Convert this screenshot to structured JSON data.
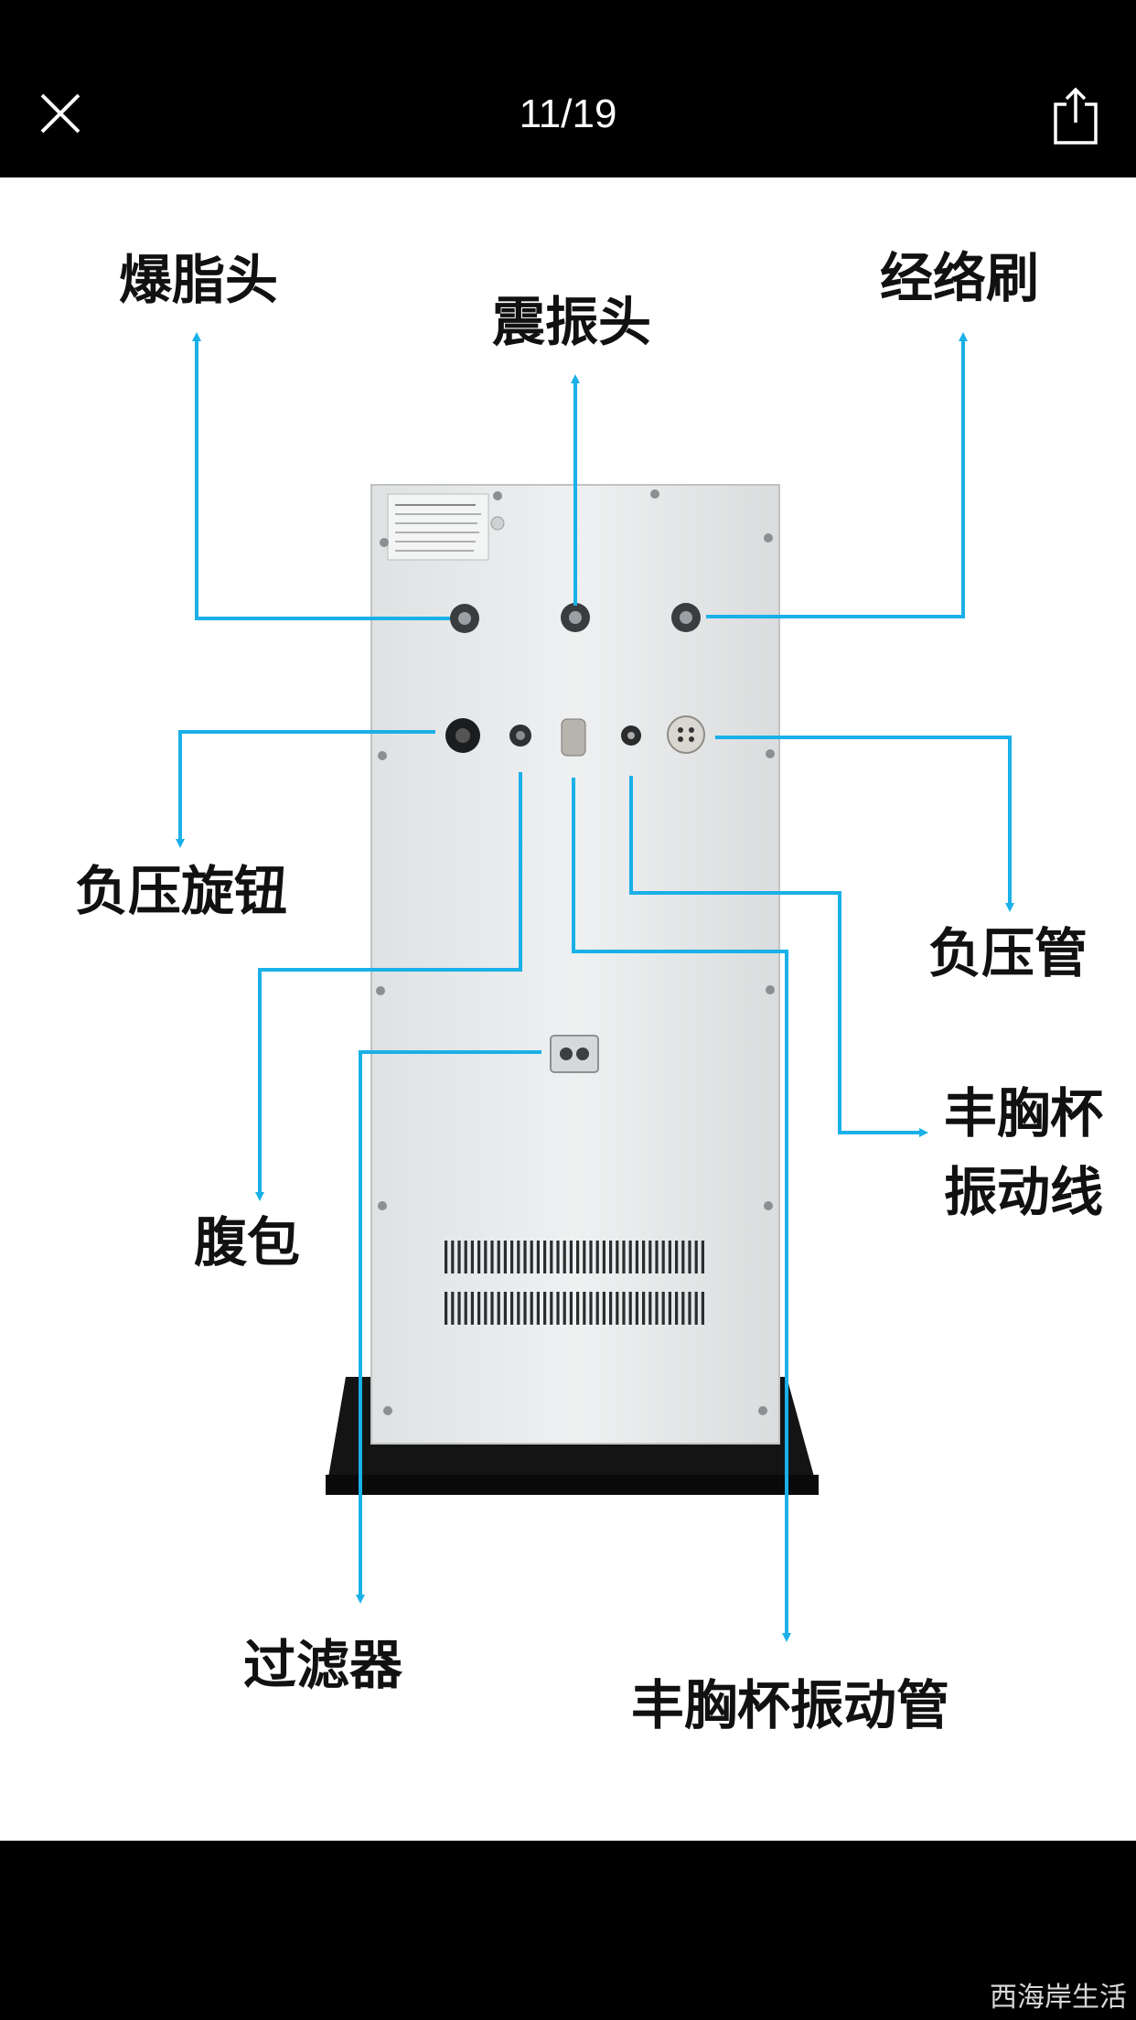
{
  "viewer": {
    "counter": "11/19",
    "close_icon": "close-icon",
    "share_icon": "share-icon"
  },
  "callouts": {
    "fat_blaster_head": "爆脂头",
    "vibration_head": "震振头",
    "meridian_brush": "经络刷",
    "negative_pressure_knob": "负压旋钮",
    "negative_pressure_tube": "负压管",
    "breast_cup_vibration_wire_line1": "丰胸杯",
    "breast_cup_vibration_wire_line2": "振动线",
    "abdominal_pack": "腹包",
    "filter": "过滤器",
    "breast_cup_vibration_tube": "丰胸杯振动管"
  },
  "colors": {
    "callout_line": "#1ab0e8",
    "panel": "#e9ebec",
    "stand": "#141414"
  },
  "watermark": "西海岸生活"
}
